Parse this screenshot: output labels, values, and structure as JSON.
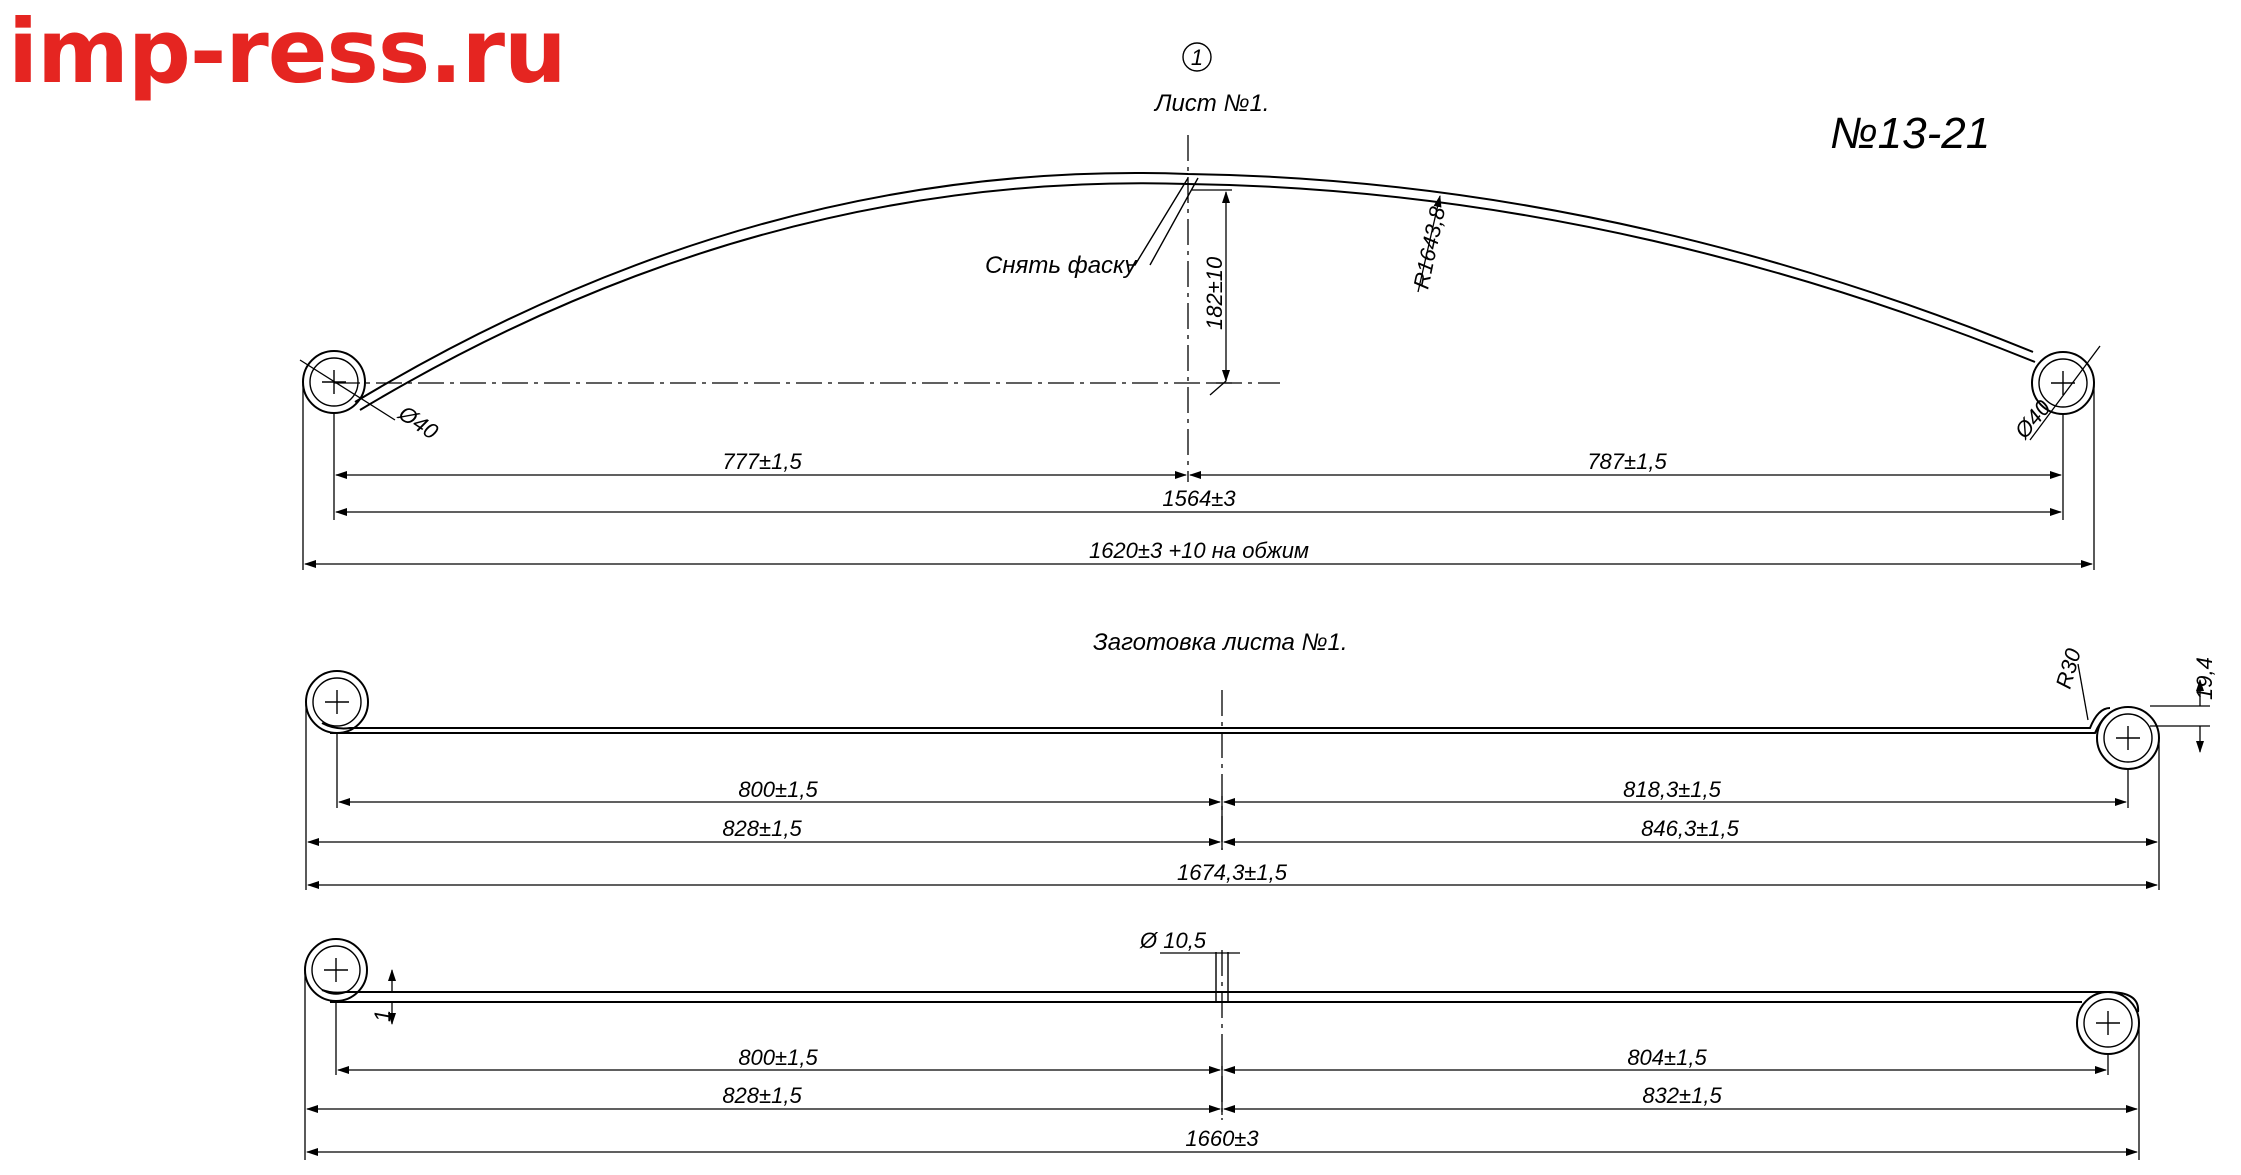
{
  "brand": "imp-ress.ru",
  "drawing_number": "№13-21",
  "part_marker": "1",
  "leaf": {
    "title": "Лист №1.",
    "chamfer_note": "Снять фаску",
    "arch_height": "182±10",
    "radius": "R1643,8",
    "eye_left": "Ø40",
    "eye_right": "Ø40",
    "dim_left": "777±1,5",
    "dim_right": "787±1,5",
    "dim_centers": "1564±3",
    "dim_overall": "1620±3 +10 на обжим"
  },
  "blank1": {
    "title": "Заготовка листа №1.",
    "radius": "R30",
    "offset": "19,4",
    "dim_left_inner": "800±1,5",
    "dim_right_inner": "818,3±1,5",
    "dim_left_outer": "828±1,5",
    "dim_right_outer": "846,3±1,5",
    "dim_total": "1674,3±1,5"
  },
  "blank2": {
    "hole": "Ø 10,5",
    "offset": "1",
    "dim_left_inner": "800±1,5",
    "dim_right_inner": "804±1,5",
    "dim_left_outer": "828±1,5",
    "dim_right_outer": "832±1,5",
    "dim_total": "1660±3"
  },
  "colors": {
    "brand": "#e52521",
    "line": "#000000",
    "background": "#ffffff"
  }
}
